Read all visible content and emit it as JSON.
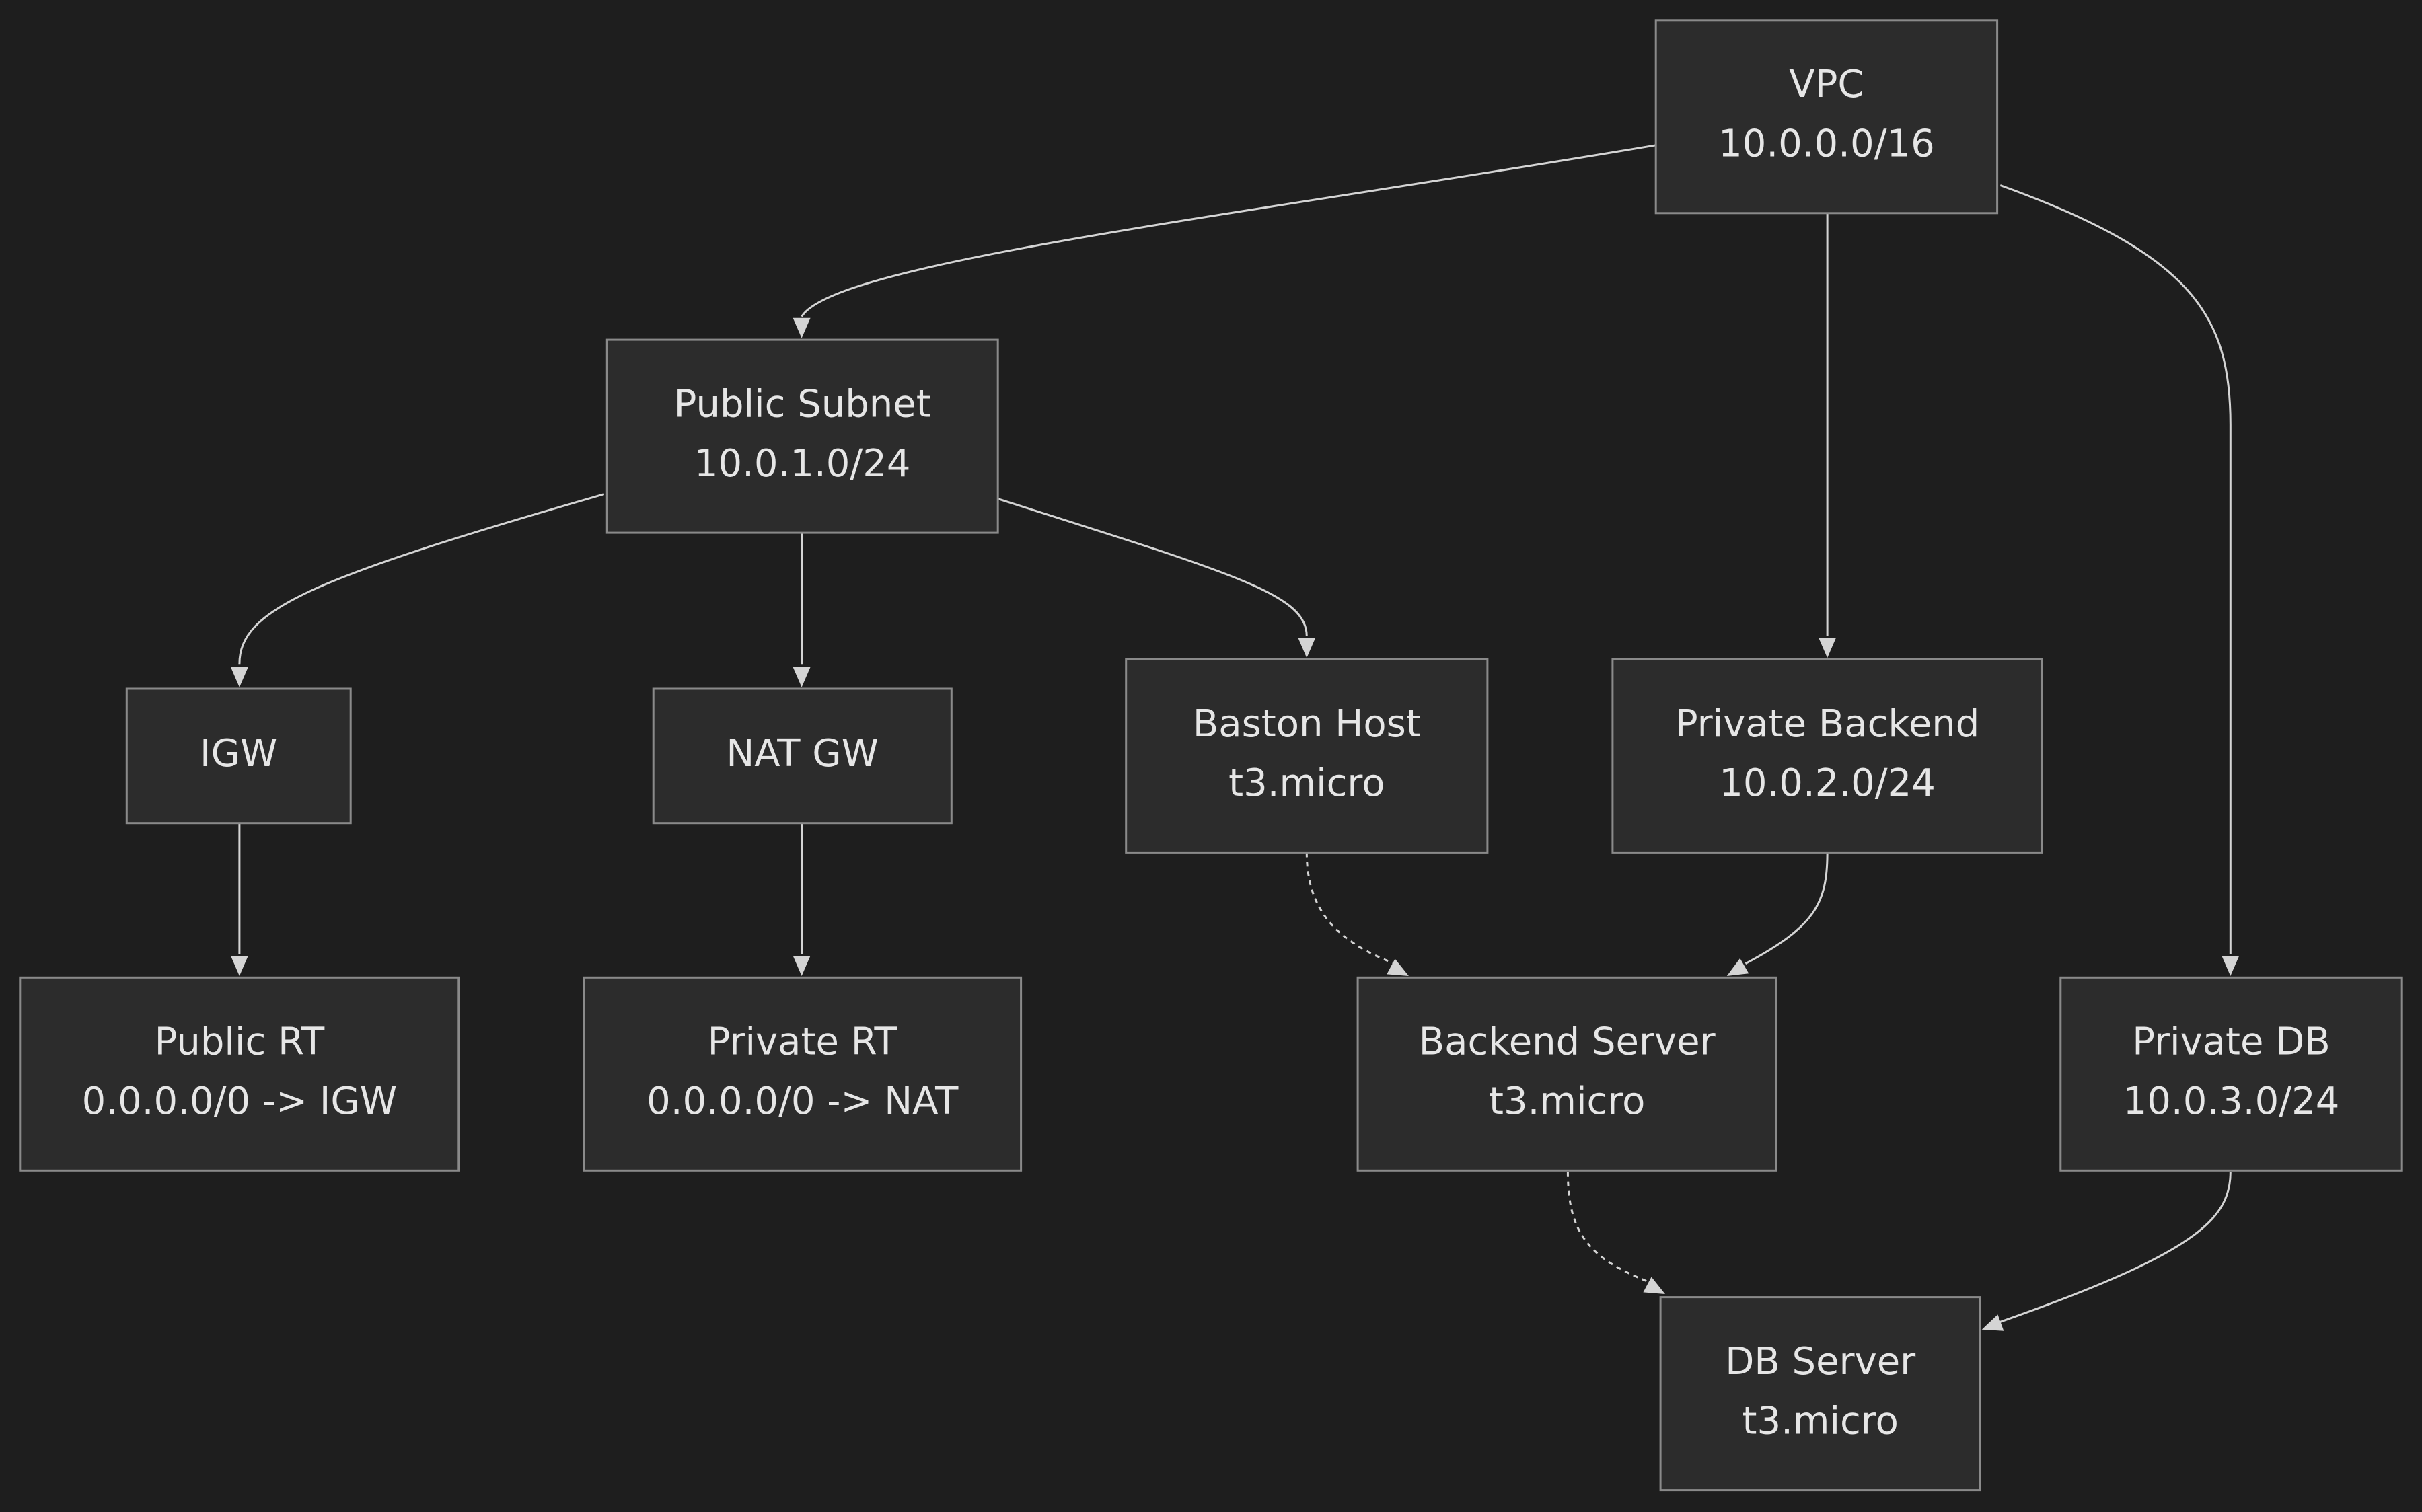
{
  "diagram": {
    "nodes": [
      {
        "id": "vpc",
        "lines": [
          "VPC",
          "10.0.0.0/16"
        ]
      },
      {
        "id": "public-subnet",
        "lines": [
          "Public Subnet",
          "10.0.1.0/24"
        ]
      },
      {
        "id": "igw",
        "lines": [
          "IGW"
        ]
      },
      {
        "id": "nat-gw",
        "lines": [
          "NAT GW"
        ]
      },
      {
        "id": "baston-host",
        "lines": [
          "Baston Host",
          "t3.micro"
        ]
      },
      {
        "id": "private-backend",
        "lines": [
          "Private Backend",
          "10.0.2.0/24"
        ]
      },
      {
        "id": "public-rt",
        "lines": [
          "Public RT",
          "0.0.0.0/0 -> IGW"
        ]
      },
      {
        "id": "private-rt",
        "lines": [
          "Private RT",
          "0.0.0.0/0 -> NAT"
        ]
      },
      {
        "id": "backend-server",
        "lines": [
          "Backend Server",
          "t3.micro"
        ]
      },
      {
        "id": "private-db",
        "lines": [
          "Private DB",
          "10.0.3.0/24"
        ]
      },
      {
        "id": "db-server",
        "lines": [
          "DB Server",
          "t3.micro"
        ]
      }
    ],
    "edges": [
      {
        "from": "vpc",
        "to": "public-subnet",
        "style": "solid"
      },
      {
        "from": "vpc",
        "to": "private-backend",
        "style": "solid"
      },
      {
        "from": "vpc",
        "to": "private-db",
        "style": "solid"
      },
      {
        "from": "public-subnet",
        "to": "igw",
        "style": "solid"
      },
      {
        "from": "public-subnet",
        "to": "nat-gw",
        "style": "solid"
      },
      {
        "from": "public-subnet",
        "to": "baston-host",
        "style": "solid"
      },
      {
        "from": "igw",
        "to": "public-rt",
        "style": "solid"
      },
      {
        "from": "nat-gw",
        "to": "private-rt",
        "style": "solid"
      },
      {
        "from": "baston-host",
        "to": "backend-server",
        "style": "dotted"
      },
      {
        "from": "private-backend",
        "to": "backend-server",
        "style": "solid"
      },
      {
        "from": "backend-server",
        "to": "db-server",
        "style": "dotted"
      },
      {
        "from": "private-db",
        "to": "db-server",
        "style": "solid"
      }
    ]
  }
}
